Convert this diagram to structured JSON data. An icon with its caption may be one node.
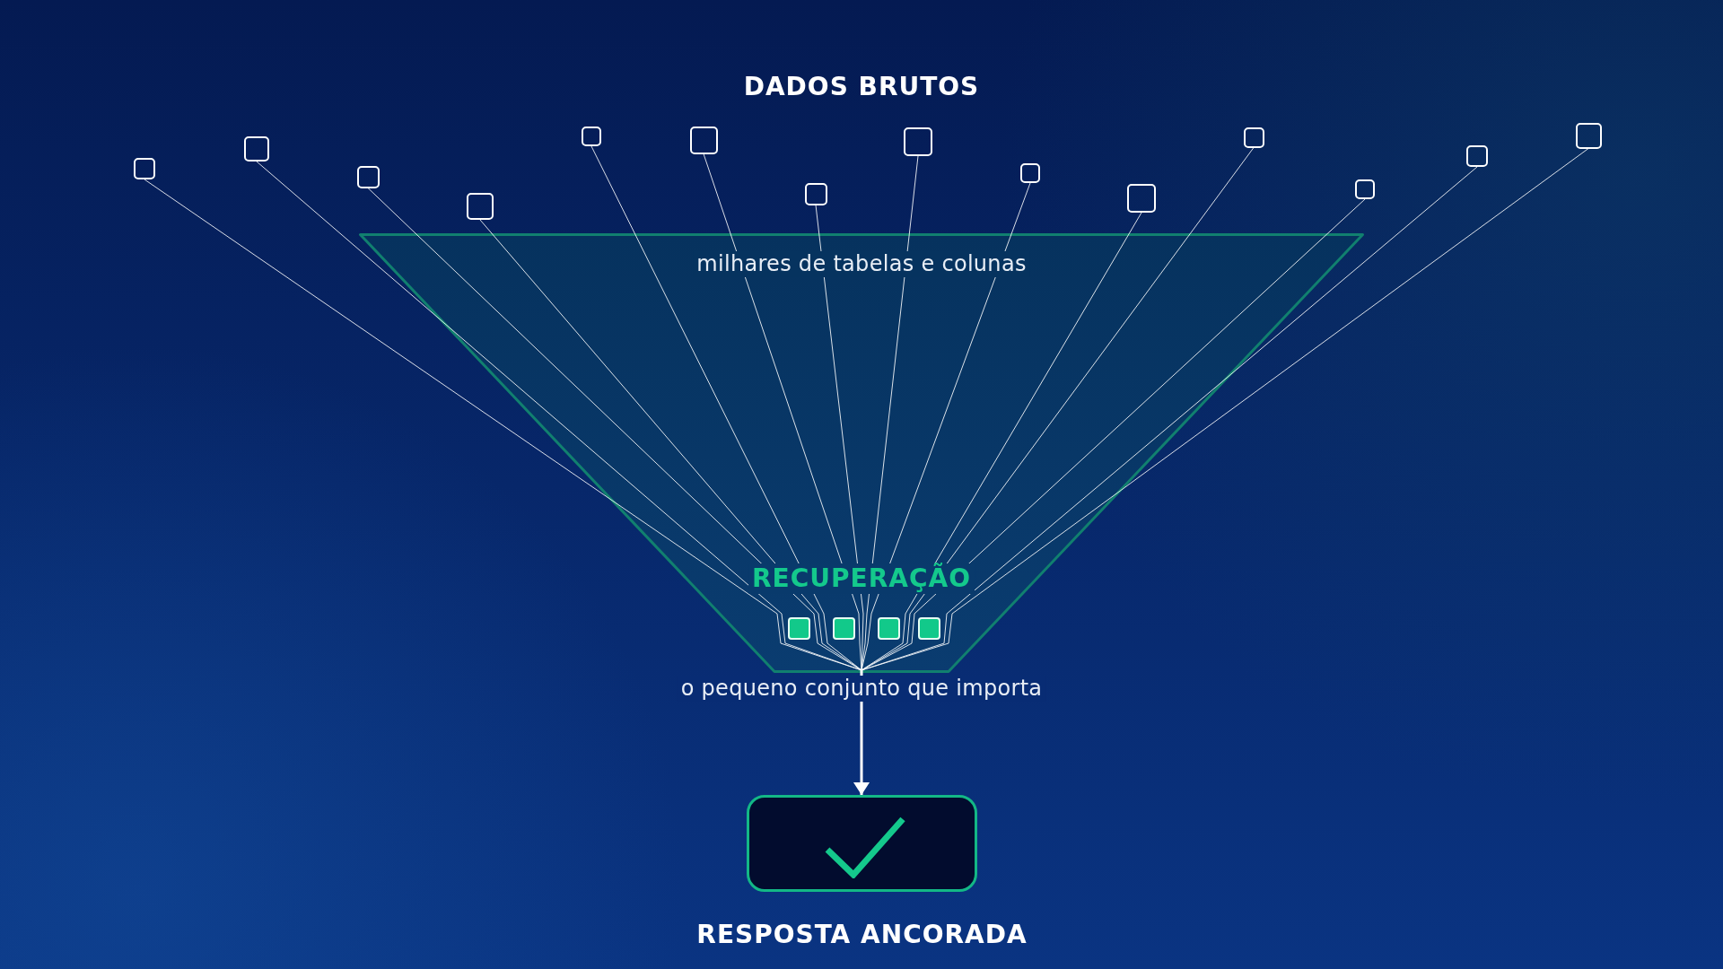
{
  "diagram": {
    "title": "DADOS BRUTOS",
    "nodes": [
      {
        "text": [],
        "shape": "box"
      },
      {
        "text": [],
        "shape": "box"
      },
      {
        "text": [],
        "shape": "box"
      },
      {
        "text": [],
        "shape": "box"
      },
      {
        "text": [],
        "shape": "box"
      },
      {
        "text": [],
        "shape": "box"
      },
      {
        "text": [],
        "shape": "box"
      },
      {
        "text": [],
        "shape": "box"
      },
      {
        "text": [],
        "shape": "box"
      },
      {
        "text": [],
        "shape": "box"
      },
      {
        "text": [],
        "shape": "box"
      },
      {
        "text": [],
        "shape": "box"
      },
      {
        "text": [],
        "shape": "box"
      },
      {
        "text": [],
        "shape": "box"
      },
      {
        "text": [
          "milhares de tabelas e colunas",
          "RECUPERAÇÃO"
        ],
        "beside": [
          "o pequeno conjunto que importa"
        ]
      },
      {
        "text": [],
        "shape": "box",
        "in": 14
      },
      {
        "text": [],
        "shape": "box",
        "in": 14
      },
      {
        "text": [],
        "shape": "box",
        "in": 14
      },
      {
        "text": [],
        "shape": "box",
        "in": 14
      },
      {
        "text": [
          "RESPOSTA ANCORADA"
        ]
      }
    ],
    "edges": [
      {
        "from": 0,
        "to": 19,
        "arrow": "to"
      },
      {
        "from": 1,
        "to": 19,
        "arrow": "to"
      },
      {
        "from": 2,
        "to": 19,
        "arrow": "to"
      },
      {
        "from": 3,
        "to": 19,
        "arrow": "to"
      },
      {
        "from": 4,
        "to": 19,
        "arrow": "to"
      },
      {
        "from": 5,
        "to": 19,
        "arrow": "to"
      },
      {
        "from": 6,
        "to": 19,
        "arrow": "to"
      },
      {
        "from": 7,
        "to": 19,
        "arrow": "to"
      },
      {
        "from": 8,
        "to": 19,
        "arrow": "to"
      },
      {
        "from": 9,
        "to": 19,
        "arrow": "to"
      },
      {
        "from": 10,
        "to": 19,
        "arrow": "to"
      },
      {
        "from": 11,
        "to": 19,
        "arrow": "to"
      },
      {
        "from": 12,
        "to": 19,
        "arrow": "to"
      },
      {
        "from": 13,
        "to": 19,
        "arrow": "to"
      }
    ]
  }
}
